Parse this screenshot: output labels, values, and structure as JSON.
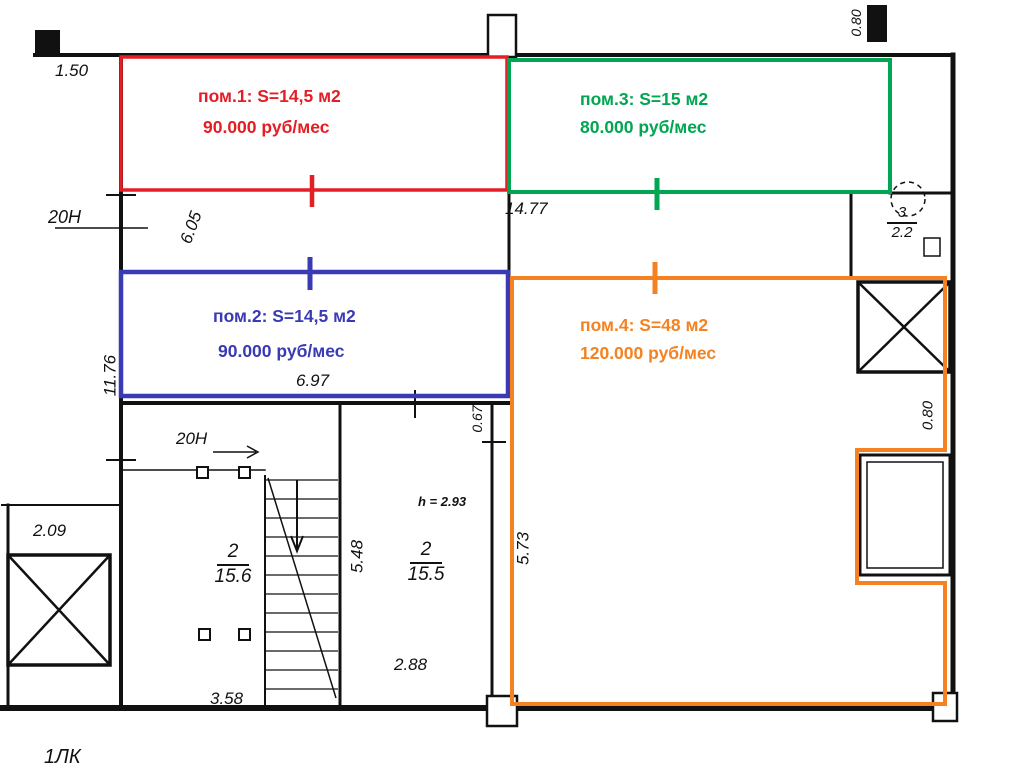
{
  "rooms": [
    {
      "label": "пом.1: S=14,5 м2",
      "price": "90.000 руб/мес",
      "color": "#e31e24"
    },
    {
      "label": "пом.2: S=14,5 м2",
      "price": "90.000 руб/мес",
      "color": "#3a3ab5"
    },
    {
      "label": "пом.3: S=15 м2",
      "price": "80.000 руб/мес",
      "color": "#00a651"
    },
    {
      "label": "пом.4: S=48 м2",
      "price": "120.000 руб/мес",
      "color": "#f58220"
    }
  ],
  "dims": {
    "top_niche_width": "1.50",
    "niche_label": "20Н",
    "left_diag": "6.05",
    "red_width": "14.77",
    "wc_number": "3",
    "wc_area": "2.2",
    "top_right_depth": "0.80",
    "left_height": "11.76",
    "blue_width": "6.97",
    "wall_offset": "0.67",
    "stairs_label": "20Н",
    "elevator_width": "2.09",
    "mid_room_depth": "5.48",
    "ceiling_height": "h = 2.93",
    "stair_room_number": "2",
    "stair_room_area": "15.6",
    "mid_room_number": "2",
    "mid_room_area": "15.5",
    "orange_depth": "5.73",
    "mid_room_width": "2.88",
    "stair_room_width": "3.58",
    "right_shaft_depth": "0.80",
    "stairwell_label": "1ЛК"
  }
}
